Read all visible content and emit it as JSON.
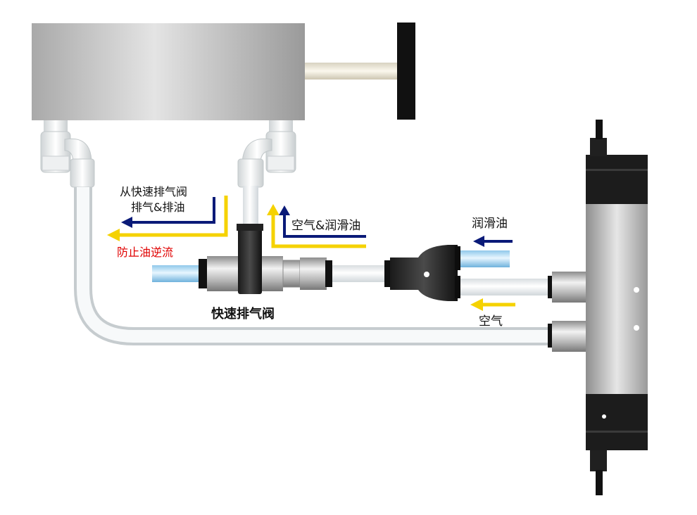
{
  "labels": {
    "exhaust_source": "从快速排气阀",
    "exhaust_oil": "排气&排油",
    "backflow": "防止油逆流",
    "air_and_lube": "空气&润滑油",
    "lube": "润滑油",
    "air": "空气",
    "quick_exhaust_valve": "快速排气阀"
  },
  "colors": {
    "air_arrow": "#f5d200",
    "lube_arrow": "#0a1a78",
    "backflow_text": "#e00000",
    "text": "#111111"
  },
  "icons": {
    "flow_arrow": "arrow-icon",
    "cylinder": "cylinder-body",
    "solenoid_valve": "solenoid-valve",
    "fitting": "elbow-fitting"
  }
}
